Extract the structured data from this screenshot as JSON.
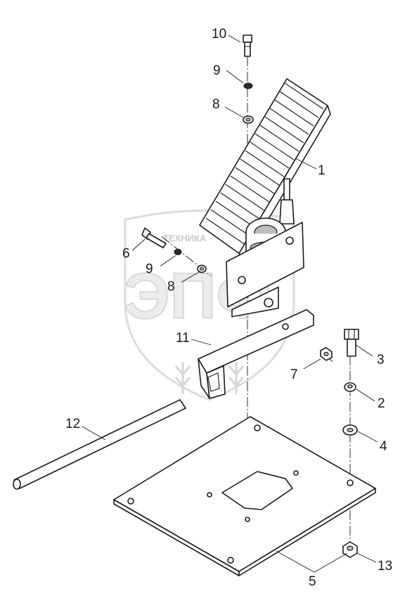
{
  "watermark": {
    "text": "ТЕХНИКА",
    "letters": "ЭПФ"
  },
  "callouts": [
    {
      "id": "c1",
      "label": "1"
    },
    {
      "id": "c2",
      "label": "2"
    },
    {
      "id": "c3",
      "label": "3"
    },
    {
      "id": "c4",
      "label": "4"
    },
    {
      "id": "c5",
      "label": "5"
    },
    {
      "id": "c6",
      "label": "6"
    },
    {
      "id": "c7",
      "label": "7"
    },
    {
      "id": "c8a",
      "label": "8"
    },
    {
      "id": "c8b",
      "label": "8"
    },
    {
      "id": "c9a",
      "label": "9"
    },
    {
      "id": "c9b",
      "label": "9"
    },
    {
      "id": "c10",
      "label": "10"
    },
    {
      "id": "c11",
      "label": "11"
    },
    {
      "id": "c12",
      "label": "12"
    },
    {
      "id": "c13",
      "label": "13"
    }
  ]
}
